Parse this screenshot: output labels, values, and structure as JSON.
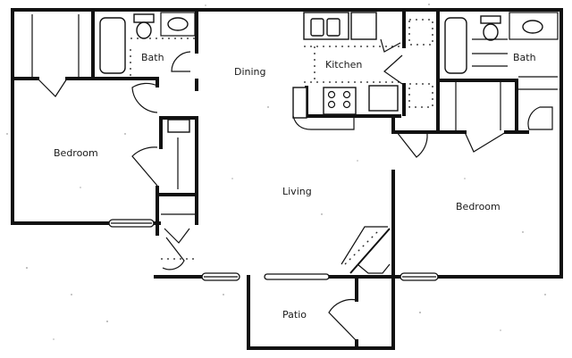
{
  "floor_plan": {
    "rooms": [
      {
        "id": "bedroom-left",
        "label": "Bedroom"
      },
      {
        "id": "bath-left",
        "label": "Bath"
      },
      {
        "id": "dining",
        "label": "Dining"
      },
      {
        "id": "kitchen",
        "label": "Kitchen"
      },
      {
        "id": "bath-right",
        "label": "Bath"
      },
      {
        "id": "living",
        "label": "Living"
      },
      {
        "id": "bedroom-right",
        "label": "Bedroom"
      },
      {
        "id": "patio",
        "label": "Patio"
      }
    ],
    "colors": {
      "wall": "#111111",
      "background": "#ffffff"
    }
  }
}
